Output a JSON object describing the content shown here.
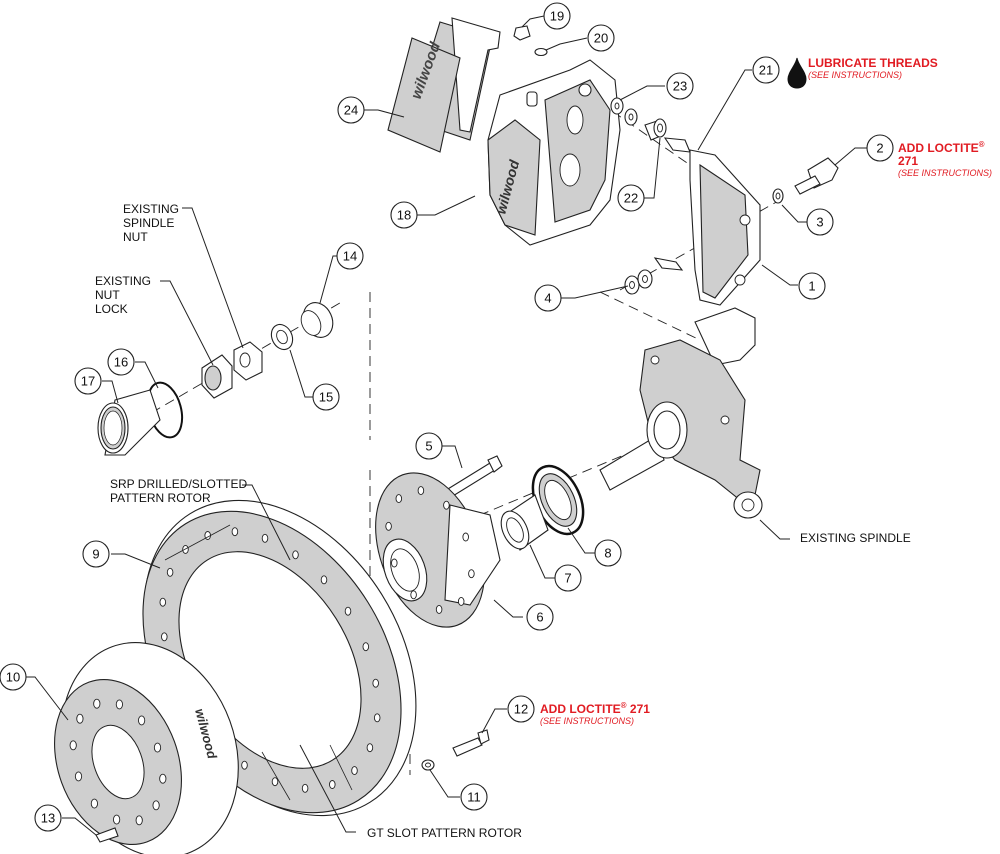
{
  "title": "Wilwood front disc brake kit exploded view",
  "callouts": [
    {
      "num": "1",
      "part": "caliper-bracket"
    },
    {
      "num": "2",
      "part": "bracket-bolt"
    },
    {
      "num": "3",
      "part": "bolt-washer"
    },
    {
      "num": "4",
      "part": "shim-washers"
    },
    {
      "num": "5",
      "part": "wheel-stud"
    },
    {
      "num": "6",
      "part": "hub"
    },
    {
      "num": "7",
      "part": "inner-bearing"
    },
    {
      "num": "8",
      "part": "grease-seal"
    },
    {
      "num": "9",
      "part": "rotor-srp"
    },
    {
      "num": "10",
      "part": "hat"
    },
    {
      "num": "11",
      "part": "rotor-bolt-washer"
    },
    {
      "num": "12",
      "part": "rotor-bolt"
    },
    {
      "num": "13",
      "part": "hat-screw"
    },
    {
      "num": "14",
      "part": "outer-bearing"
    },
    {
      "num": "15",
      "part": "spindle-washer"
    },
    {
      "num": "16",
      "part": "o-ring"
    },
    {
      "num": "17",
      "part": "dust-cap"
    },
    {
      "num": "18",
      "part": "caliper"
    },
    {
      "num": "19",
      "part": "bleed-screw"
    },
    {
      "num": "20",
      "part": "bleed-washer"
    },
    {
      "num": "21",
      "part": "mounting-stud"
    },
    {
      "num": "22",
      "part": "spacer"
    },
    {
      "num": "23",
      "part": "caliper-washers"
    },
    {
      "num": "24",
      "part": "brake-pads"
    }
  ],
  "labels": {
    "existing_spindle_nut": "EXISTING\nSPINDLE\nNUT",
    "existing_nut_lock": "EXISTING\nNUT\nLOCK",
    "srp_rotor": "SRP DRILLED/SLOTTED\nPATTERN ROTOR",
    "existing_spindle": "EXISTING SPINDLE",
    "gt_rotor": "GT SLOT PATTERN ROTOR"
  },
  "notes": {
    "lubricate": {
      "title": "LUBRICATE THREADS",
      "sub": "(SEE INSTRUCTIONS)"
    },
    "loctite_top": {
      "title_prefix": "ADD LOCTITE",
      "reg": "®",
      "title_suffix": " 271",
      "sub": "(SEE INSTRUCTIONS)"
    },
    "loctite_bottom": {
      "title_prefix": "ADD LOCTITE",
      "reg": "®",
      "title_suffix": " 271",
      "sub": "(SEE INSTRUCTIONS)"
    }
  },
  "brand_marks": {
    "caliper": "wilwood",
    "pad": "wilwood",
    "hat": "wilwood"
  },
  "colors": {
    "note_red": "#e11b22",
    "part_gray": "#cfcfcf",
    "line": "#222222"
  }
}
